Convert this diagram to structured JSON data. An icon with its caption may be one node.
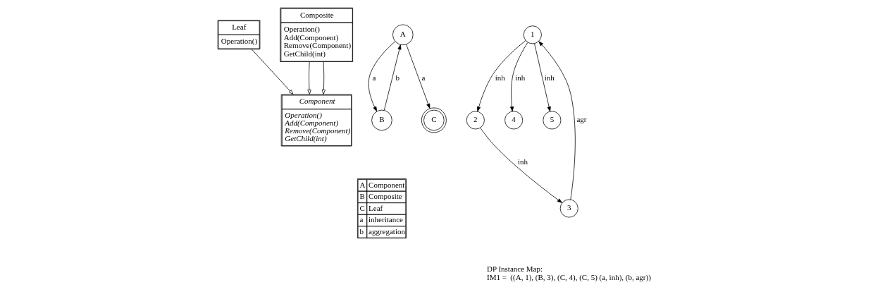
{
  "diagram": {
    "nodes": [
      {
        "text": [
          "Component",
          "Operation()",
          "Add(Component)",
          "Remove(Component)",
          "GetChild(int)"
        ]
      },
      {
        "text": [
          "Leaf",
          "Operation()"
        ]
      },
      {
        "text": [
          "Composite",
          "Operation()",
          "Add(Component)",
          "Remove(Component)",
          "GetChild(int)"
        ]
      },
      {
        "text": [
          "A"
        ]
      },
      {
        "text": [
          "B"
        ]
      },
      {
        "text": [
          "C"
        ]
      },
      {
        "text": [
          "1"
        ]
      },
      {
        "text": [
          "2"
        ]
      },
      {
        "text": [
          "4"
        ]
      },
      {
        "text": [
          "5"
        ]
      },
      {
        "text": [
          "3"
        ]
      }
    ],
    "edges": [
      {
        "from": 1,
        "to": 0,
        "arrow": "to"
      },
      {
        "from": 2,
        "to": 0,
        "arrow": "to"
      },
      {
        "from": 2,
        "to": 0,
        "arrow": "to"
      },
      {
        "from": 3,
        "to": 4,
        "arrow": "to",
        "label": "a"
      },
      {
        "from": 4,
        "to": 3,
        "arrow": "to",
        "label": "b"
      },
      {
        "from": 3,
        "to": 5,
        "arrow": "to",
        "label": "a"
      },
      {
        "from": 6,
        "to": 7,
        "arrow": "to",
        "label": "inh"
      },
      {
        "from": 6,
        "to": 8,
        "arrow": "to",
        "label": "inh"
      },
      {
        "from": 6,
        "to": 9,
        "arrow": "to",
        "label": "inh"
      },
      {
        "from": 7,
        "to": 10,
        "arrow": "to",
        "label": "inh"
      },
      {
        "from": 10,
        "to": 6,
        "arrow": "to",
        "label": "agr"
      }
    ],
    "labels": [
      "A",
      "Component",
      "B",
      "Composite",
      "C",
      "Leaf",
      "a",
      "inheritance",
      "b",
      "aggregation",
      "DP Instance Map:",
      "IM1 =  ((A, 1), (B, 3), (C, 4), (C, 5) (a, inh), (b, agr))"
    ]
  }
}
